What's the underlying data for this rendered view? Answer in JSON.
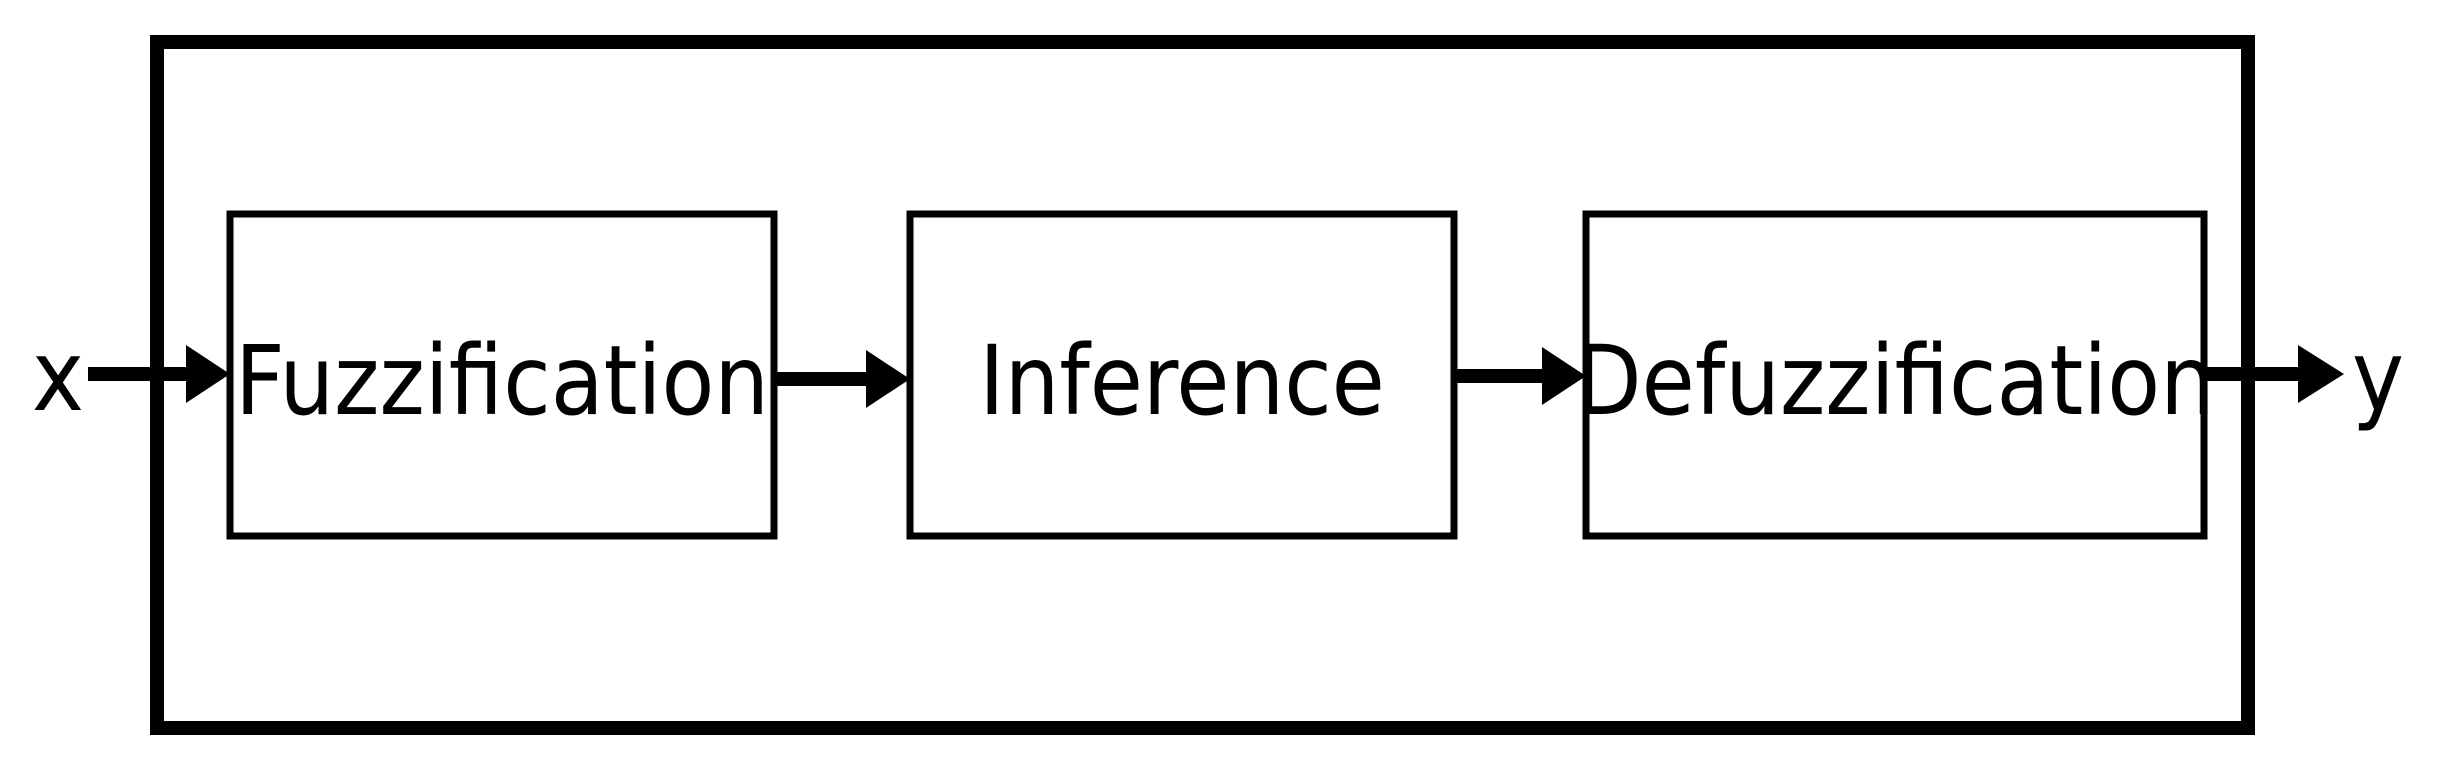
{
  "diagram": {
    "input_label": "x",
    "output_label": "y",
    "blocks": [
      {
        "label": "Fuzzification"
      },
      {
        "label": "Inference"
      },
      {
        "label": "Defuzzification"
      }
    ]
  },
  "colors": {
    "line": "#000000",
    "background": "#ffffff"
  }
}
